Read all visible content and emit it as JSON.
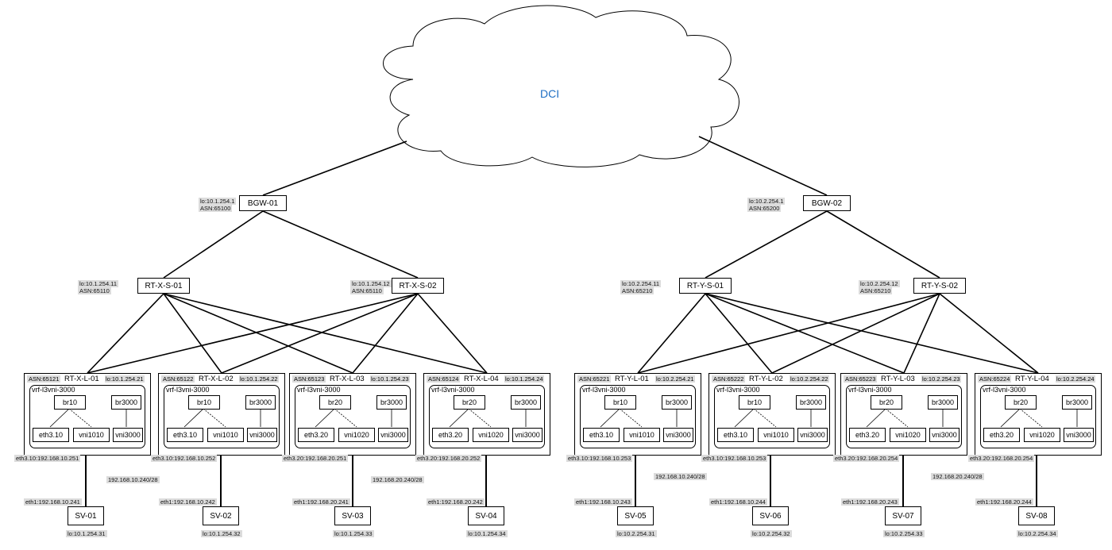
{
  "cloud": {
    "label": "DCI",
    "color": "#1f6fc4"
  },
  "bgw": [
    {
      "name": "BGW-01",
      "lo": "lo:10.1.254.1",
      "asn": "ASN:65100"
    },
    {
      "name": "BGW-02",
      "lo": "lo:10.2.254.1",
      "asn": "ASN:65200"
    }
  ],
  "spines": [
    {
      "name": "RT-X-S-01",
      "lo": "lo:10.1.254.11",
      "asn": "ASN:65110"
    },
    {
      "name": "RT-X-S-02",
      "lo": "lo:10.1.254.12",
      "asn": "ASN:65110"
    },
    {
      "name": "RT-Y-S-01",
      "lo": "lo:10.2.254.11",
      "asn": "ASN:65210"
    },
    {
      "name": "RT-Y-S-02",
      "lo": "lo:10.2.254.12",
      "asn": "ASN:65210"
    }
  ],
  "leaves": [
    {
      "asn": "ASN:65121",
      "name": "RT-X-L-01",
      "lo": "lo:10.1.254.21",
      "vrf": "vrf-l3vni-3000",
      "br": "br10",
      "br3000": "br3000",
      "eth": "eth3.10",
      "vni": "vni1010",
      "vni3000": "vni3000",
      "eth_ip": "eth3.10:192.168.10.251"
    },
    {
      "asn": "ASN:65122",
      "name": "RT-X-L-02",
      "lo": "lo:10.1.254.22",
      "vrf": "vrf-l3vni-3000",
      "br": "br10",
      "br3000": "br3000",
      "eth": "eth3.10",
      "vni": "vni1010",
      "vni3000": "vni3000",
      "eth_ip": "eth3.10:192.168.10.252"
    },
    {
      "asn": "ASN:65123",
      "name": "RT-X-L-03",
      "lo": "lo:10.1.254.23",
      "vrf": "vrf-l3vni-3000",
      "br": "br20",
      "br3000": "br3000",
      "eth": "eth3.20",
      "vni": "vni1020",
      "vni3000": "vni3000",
      "eth_ip": "eth3.20:192.168.20.251"
    },
    {
      "asn": "ASN:65124",
      "name": "RT-X-L-04",
      "lo": "lo:10.1.254.24",
      "vrf": "vrf-l3vni-3000",
      "br": "br20",
      "br3000": "br3000",
      "eth": "eth3.20",
      "vni": "vni1020",
      "vni3000": "vni3000",
      "eth_ip": "eth3.20:192.168.20.252"
    },
    {
      "asn": "ASN:65221",
      "name": "RT-Y-L-01",
      "lo": "lo:10.2.254.21",
      "vrf": "vrf-l3vni-3000",
      "br": "br10",
      "br3000": "br3000",
      "eth": "eth3.10",
      "vni": "vni1010",
      "vni3000": "vni3000",
      "eth_ip": "eth3.10:192.168.10.253"
    },
    {
      "asn": "ASN:65222",
      "name": "RT-Y-L-02",
      "lo": "lo:10.2.254.22",
      "vrf": "vrf-l3vni-3000",
      "br": "br10",
      "br3000": "br3000",
      "eth": "eth3.10",
      "vni": "vni1010",
      "vni3000": "vni3000",
      "eth_ip": "eth3.10:192.168.10.253"
    },
    {
      "asn": "ASN:65223",
      "name": "RT-Y-L-03",
      "lo": "lo:10.2.254.23",
      "vrf": "vrf-l3vni-3000",
      "br": "br20",
      "br3000": "br3000",
      "eth": "eth3.20",
      "vni": "vni1020",
      "vni3000": "vni3000",
      "eth_ip": "eth3.20:192.168.20.254"
    },
    {
      "asn": "ASN:65224",
      "name": "RT-Y-L-04",
      "lo": "lo:10.2.254.24",
      "vrf": "vrf-l3vni-3000",
      "br": "br20",
      "br3000": "br3000",
      "eth": "eth3.20",
      "vni": "vni1020",
      "vni3000": "vni3000",
      "eth_ip": "eth3.20:192.168.20.254"
    }
  ],
  "servers": [
    {
      "name": "SV-01",
      "eth1": "eth1:192.168.10.241",
      "lo": "lo:10.1.254.31"
    },
    {
      "name": "SV-02",
      "eth1": "eth1:192.168.10.242",
      "lo": "lo:10.1.254.32"
    },
    {
      "name": "SV-03",
      "eth1": "eth1:192.168.20.241",
      "lo": "lo:10.1.254.33"
    },
    {
      "name": "SV-04",
      "eth1": "eth1:192.168.20.242",
      "lo": "lo:10.1.254.34"
    },
    {
      "name": "SV-05",
      "eth1": "eth1:192.168.10.243",
      "lo": "lo:10.2.254.31"
    },
    {
      "name": "SV-06",
      "eth1": "eth1:192.168.10.244",
      "lo": "lo:10.2.254.32"
    },
    {
      "name": "SV-07",
      "eth1": "eth1:192.168.20.243",
      "lo": "lo:10.2.254.33"
    },
    {
      "name": "SV-08",
      "eth1": "eth1:192.168.20.244",
      "lo": "lo:10.2.254.34"
    }
  ],
  "subnets": [
    "192.168.10.240/28",
    "192.168.20.240/28",
    "192.168.10.240/28",
    "192.168.20.240/28"
  ]
}
